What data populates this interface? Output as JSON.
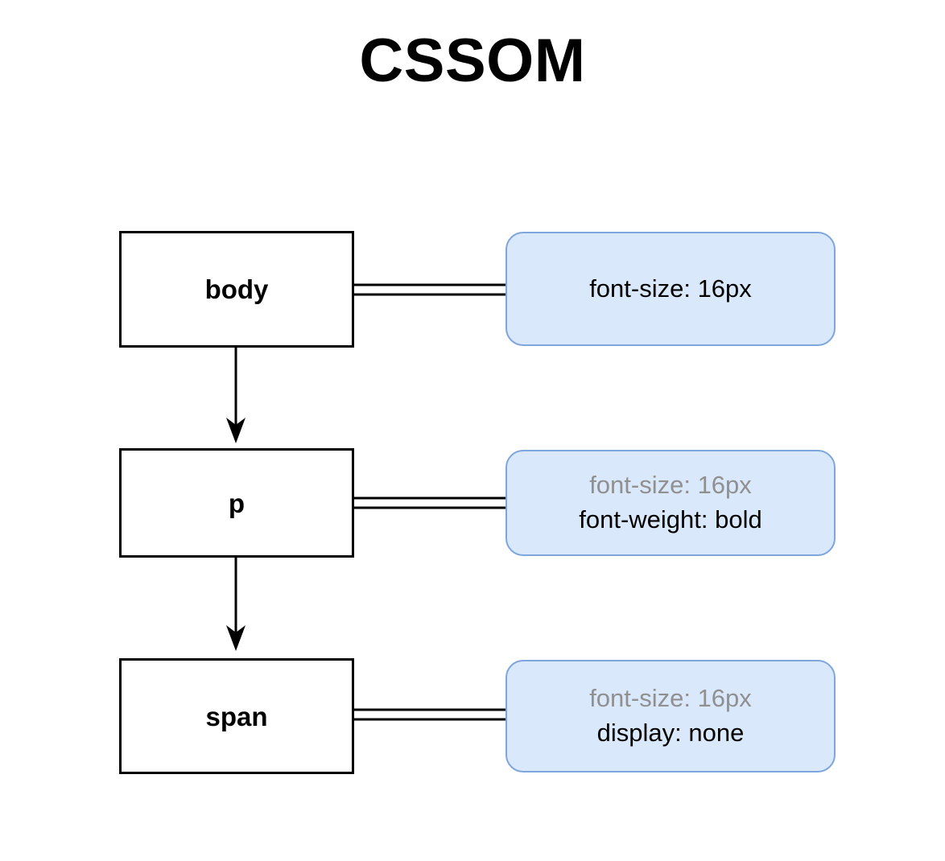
{
  "diagram": {
    "title": "CSSOM",
    "type": "cssom-tree",
    "background_color": "#ffffff",
    "node_border_color": "#000000",
    "node_fill_color": "#ffffff",
    "bubble_fill_color": "#dae8fc",
    "bubble_border_color": "#7ea6dc",
    "inherited_text_color": "#909090",
    "text_color": "#000000",
    "nodes": [
      {
        "id": "body",
        "label": "body",
        "styles": [
          {
            "text": "font-size: 16px",
            "inherited": false
          }
        ]
      },
      {
        "id": "p",
        "label": "p",
        "styles": [
          {
            "text": "font-size: 16px",
            "inherited": true
          },
          {
            "text": "font-weight: bold",
            "inherited": false
          }
        ]
      },
      {
        "id": "span",
        "label": "span",
        "styles": [
          {
            "text": "font-size: 16px",
            "inherited": true
          },
          {
            "text": "display: none",
            "inherited": false
          }
        ]
      }
    ],
    "edges": [
      {
        "from": "body",
        "to": "p",
        "kind": "arrow-down"
      },
      {
        "from": "p",
        "to": "span",
        "kind": "arrow-down"
      },
      {
        "from": "body",
        "to": "bubble-body",
        "kind": "double-line"
      },
      {
        "from": "p",
        "to": "bubble-p",
        "kind": "double-line"
      },
      {
        "from": "span",
        "to": "bubble-span",
        "kind": "double-line"
      }
    ]
  }
}
